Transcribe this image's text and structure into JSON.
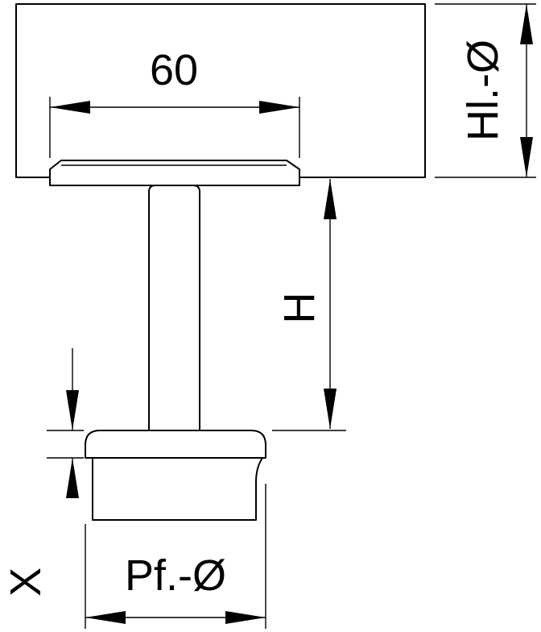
{
  "dimensions": {
    "top_width": "60",
    "handrail_diameter": "Hl.-Ø",
    "height": "H",
    "post_diameter": "Pf.-Ø",
    "depth": "X"
  },
  "colors": {
    "line": "#000000",
    "background": "#ffffff"
  }
}
